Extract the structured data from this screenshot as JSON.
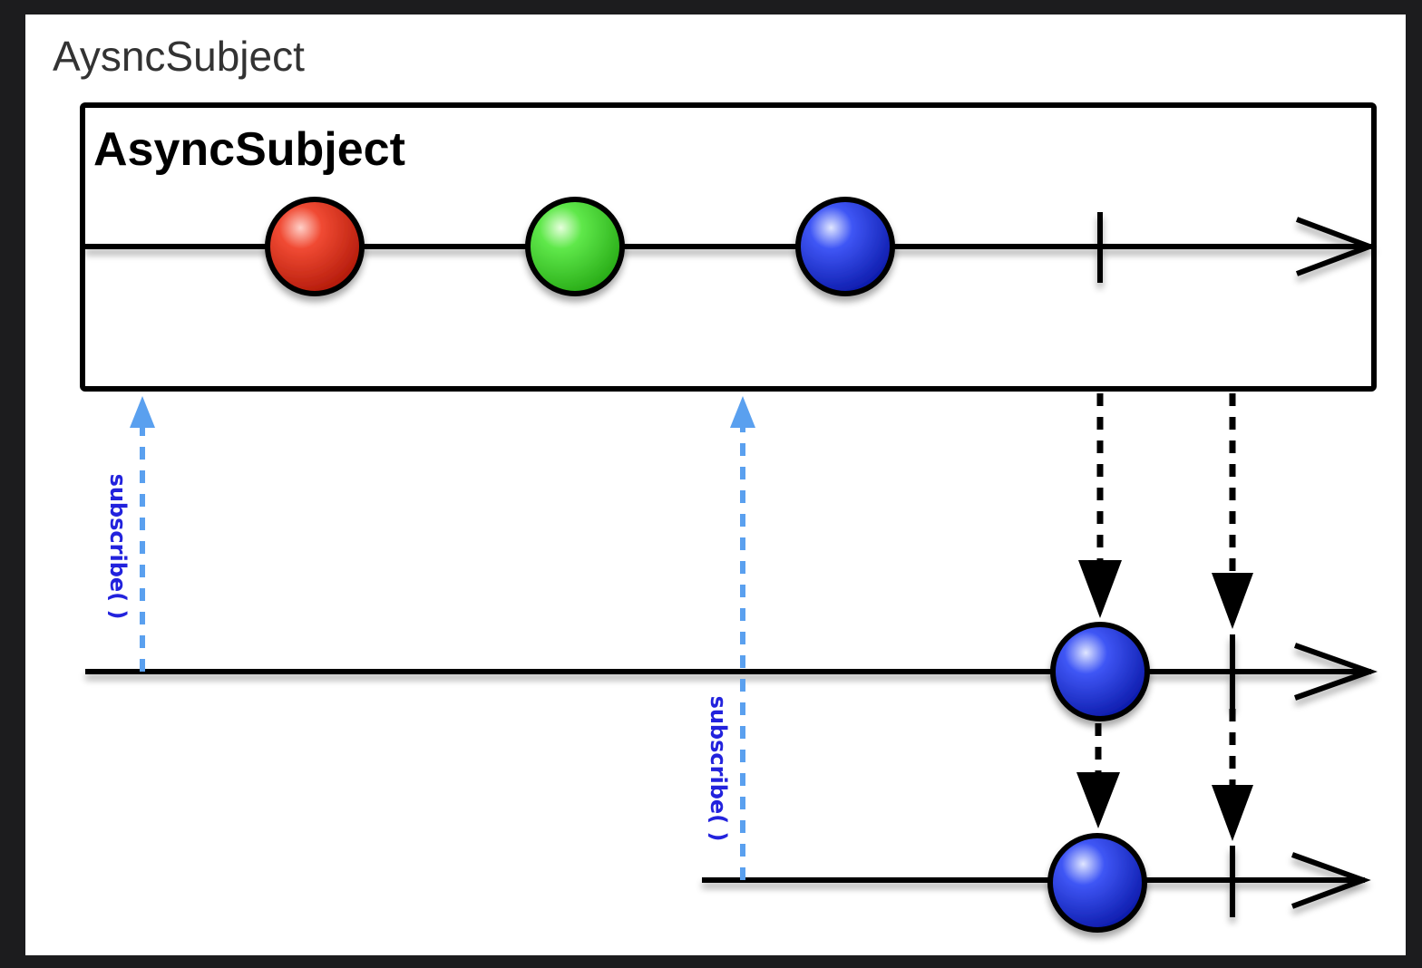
{
  "page": {
    "title": "AysncSubject"
  },
  "diagram": {
    "subject_label": "AsyncSubject",
    "source_items": [
      {
        "name": "red-marble",
        "color": "red"
      },
      {
        "name": "green-marble",
        "color": "green"
      },
      {
        "name": "blue-marble",
        "color": "blue"
      }
    ],
    "subscribers": [
      {
        "name": "subscriber-1",
        "subscribe_label": "subscribe( )",
        "emitted": "blue"
      },
      {
        "name": "subscriber-2",
        "subscribe_label": "subscribe( )",
        "emitted": "blue"
      }
    ],
    "colors": {
      "red": "#e52a1a",
      "green": "#44d82e",
      "blue": "#1a2fe6",
      "subscribe_arrow": "#5aa0ef",
      "subscribe_text": "#2222dd"
    }
  }
}
